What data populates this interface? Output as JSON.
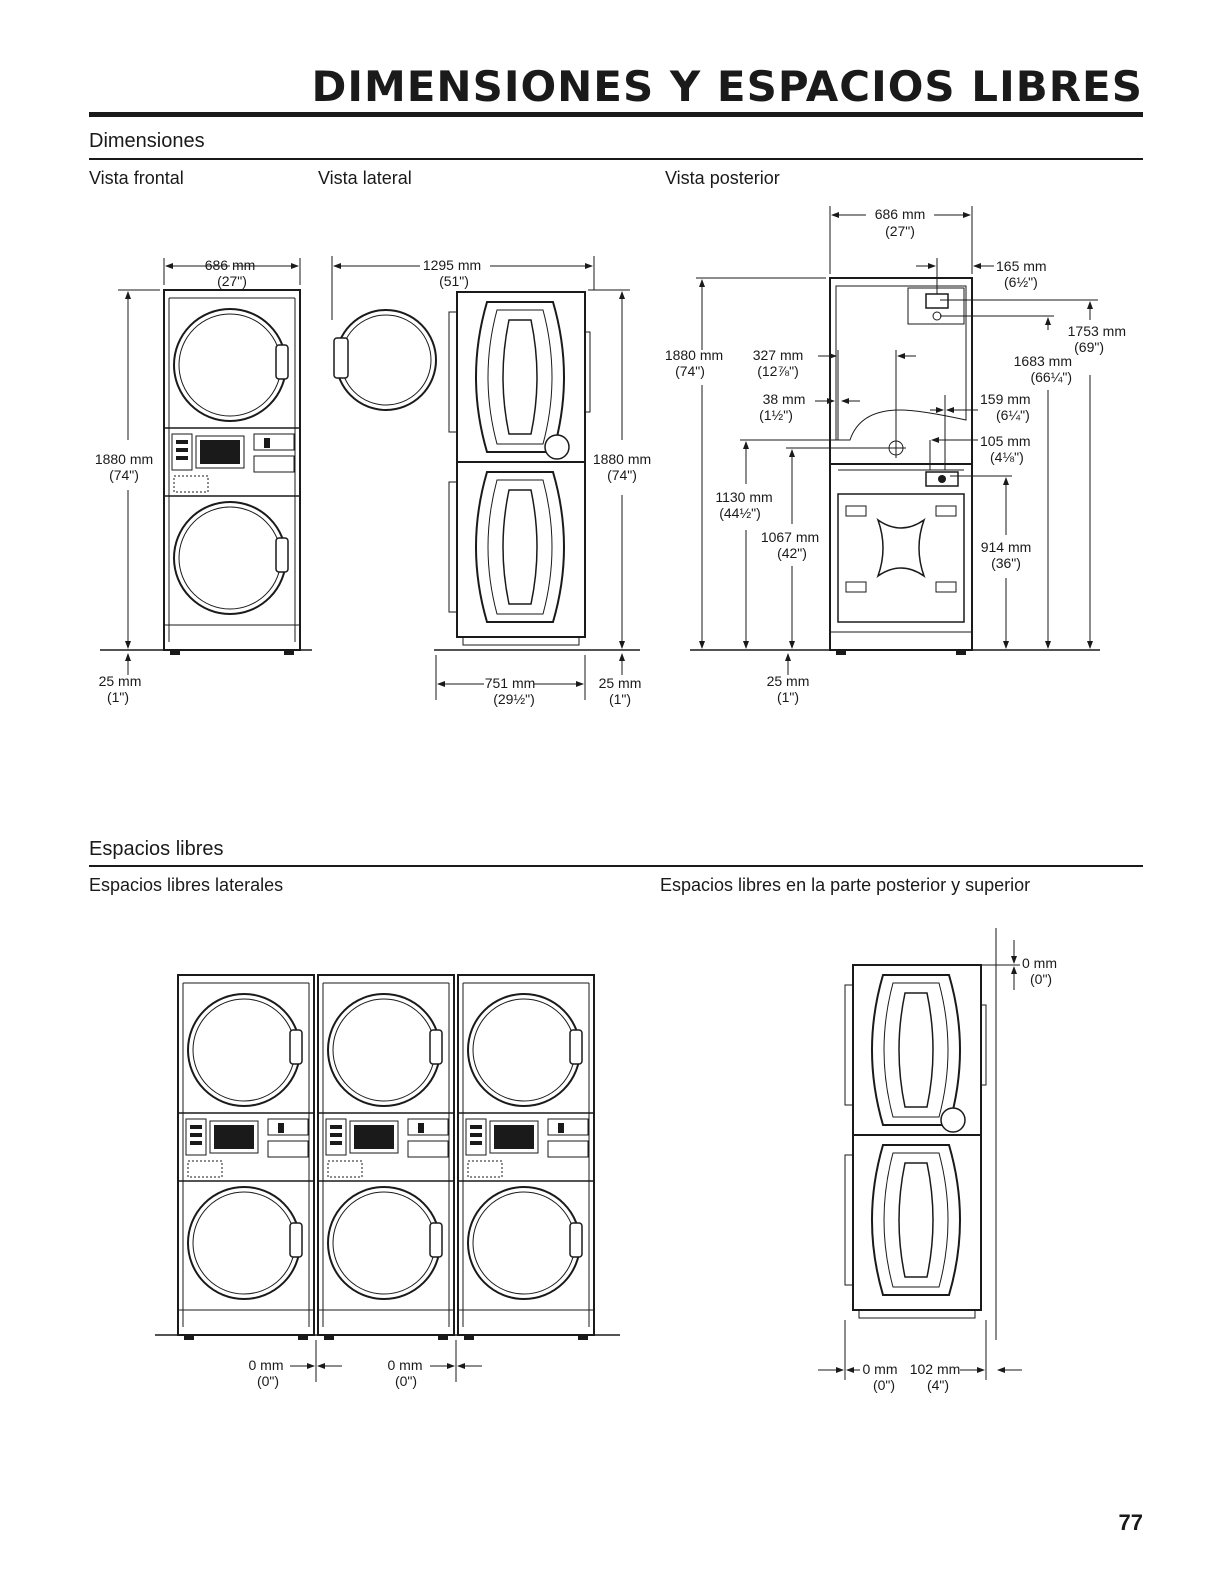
{
  "page": {
    "title": "DIMENSIONES Y ESPACIOS LIBRES",
    "number": "77"
  },
  "dimensions": {
    "section_title": "Dimensiones",
    "front": {
      "label": "Vista frontal",
      "width_mm": "686 mm",
      "width_in": "(27\")",
      "height_mm": "1880 mm",
      "height_in": "(74\")",
      "foot_mm": "25 mm",
      "foot_in": "(1\")"
    },
    "side": {
      "label": "Vista lateral",
      "open_depth_mm": "1295 mm",
      "open_depth_in": "(51\")",
      "height_mm": "1880 mm",
      "height_in": "(74\")",
      "depth_mm": "751 mm",
      "depth_in": "(29½\")",
      "foot_mm": "25 mm",
      "foot_in": "(1\")"
    },
    "rear": {
      "label": "Vista posterior",
      "width_mm": "686 mm",
      "width_in": "(27\")",
      "d165_mm": "165 mm",
      "d165_in": "(6½\")",
      "d1753_mm": "1753 mm",
      "d1753_in": "(69\")",
      "d1683_mm": "1683 mm",
      "d1683_in": "(66¼\")",
      "d1880_mm": "1880 mm",
      "d1880_in": "(74\")",
      "d327_mm": "327 mm",
      "d327_in": "(12⅞\")",
      "d38_mm": "38 mm",
      "d38_in": "(1½\")",
      "d159_mm": "159 mm",
      "d159_in": "(6¼\")",
      "d105_mm": "105 mm",
      "d105_in": "(4⅛\")",
      "d1130_mm": "1130 mm",
      "d1130_in": "(44½\")",
      "d1067_mm": "1067 mm",
      "d1067_in": "(42\")",
      "d914_mm": "914 mm",
      "d914_in": "(36\")",
      "foot_mm": "25 mm",
      "foot_in": "(1\")"
    }
  },
  "clearances": {
    "section_title": "Espacios libres",
    "side": {
      "label": "Espacios libres laterales",
      "gap1_mm": "0 mm",
      "gap1_in": "(0\")",
      "gap2_mm": "0 mm",
      "gap2_in": "(0\")"
    },
    "rear_top": {
      "label": "Espacios libres en la parte posterior y superior",
      "top_mm": "0 mm",
      "top_in": "(0\")",
      "front_mm": "0 mm",
      "front_in": "(0\")",
      "rear_mm": "102 mm",
      "rear_in": "(4\")"
    }
  }
}
